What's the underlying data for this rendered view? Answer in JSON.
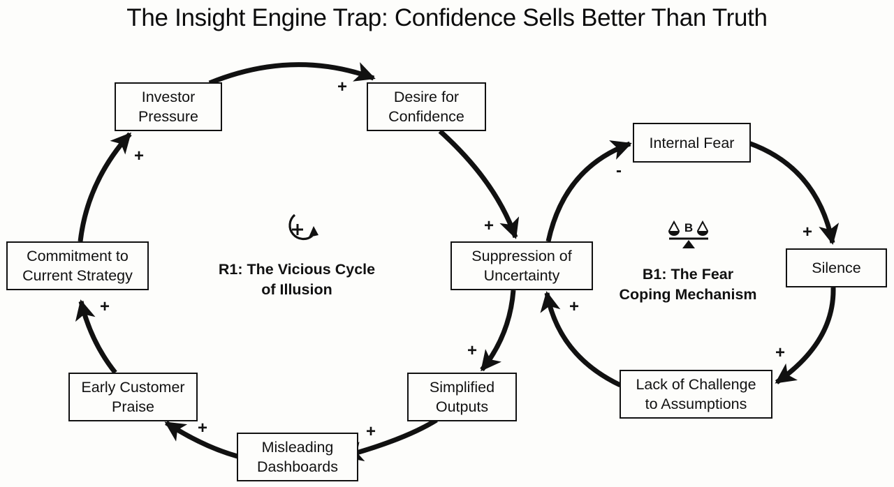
{
  "title": "The Insight Engine Trap: Confidence Sells Better Than Truth",
  "colors": {
    "background": "#fdfdfb",
    "ink": "#111111"
  },
  "nodes": [
    {
      "id": "investor_pressure",
      "label": "Investor\nPressure"
    },
    {
      "id": "desire_for_confidence",
      "label": "Desire for\nConfidence"
    },
    {
      "id": "suppression_of_uncertainty",
      "label": "Suppression of\nUncertainty"
    },
    {
      "id": "simplified_outputs",
      "label": "Simplified\nOutputs"
    },
    {
      "id": "misleading_dashboards",
      "label": "Misleading\nDashboards"
    },
    {
      "id": "early_customer_praise",
      "label": "Early Customer\nPraise"
    },
    {
      "id": "commitment_to_current_strategy",
      "label": "Commitment to\nCurrent Strategy"
    },
    {
      "id": "internal_fear",
      "label": "Internal Fear"
    },
    {
      "id": "silence",
      "label": "Silence"
    },
    {
      "id": "lack_of_challenge",
      "label": "Lack of Challenge\nto Assumptions"
    }
  ],
  "links": [
    {
      "from": "investor_pressure",
      "to": "desire_for_confidence",
      "polarity": "+"
    },
    {
      "from": "desire_for_confidence",
      "to": "suppression_of_uncertainty",
      "polarity": "+"
    },
    {
      "from": "suppression_of_uncertainty",
      "to": "simplified_outputs",
      "polarity": "+"
    },
    {
      "from": "simplified_outputs",
      "to": "misleading_dashboards",
      "polarity": "+"
    },
    {
      "from": "misleading_dashboards",
      "to": "early_customer_praise",
      "polarity": "+"
    },
    {
      "from": "early_customer_praise",
      "to": "commitment_to_current_strategy",
      "polarity": "+"
    },
    {
      "from": "commitment_to_current_strategy",
      "to": "investor_pressure",
      "polarity": "+"
    },
    {
      "from": "suppression_of_uncertainty",
      "to": "internal_fear",
      "polarity": "-"
    },
    {
      "from": "internal_fear",
      "to": "silence",
      "polarity": "+"
    },
    {
      "from": "silence",
      "to": "lack_of_challenge",
      "polarity": "+"
    },
    {
      "from": "lack_of_challenge",
      "to": "suppression_of_uncertainty",
      "polarity": "+"
    }
  ],
  "loops": [
    {
      "id": "R1",
      "type": "reinforcing",
      "icon": "reinforcing-loop-icon",
      "icon_symbol": "+",
      "label": "R1: The Vicious Cycle\nof Illusion"
    },
    {
      "id": "B1",
      "type": "balancing",
      "icon": "balance-scale-icon",
      "icon_symbol": "B",
      "label": "B1: The Fear\nCoping Mechanism"
    }
  ]
}
